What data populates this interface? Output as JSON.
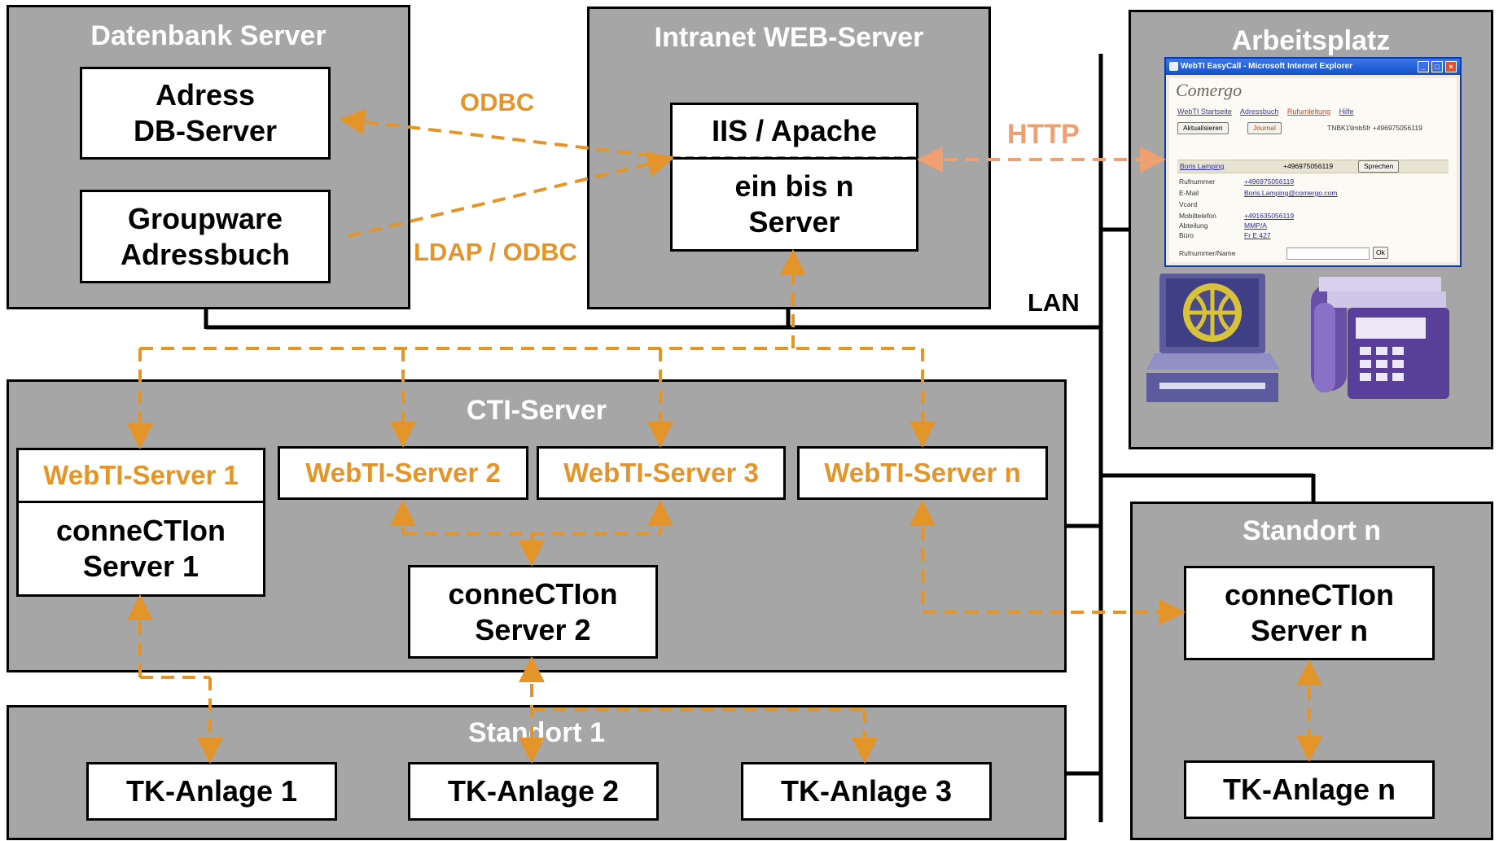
{
  "groups": {
    "datenbank": "Datenbank Server",
    "intranet": "Intranet WEB-Server",
    "arbeitsplatz": "Arbeitsplatz",
    "cti": "CTI-Server",
    "standort1": "Standort 1",
    "standort_n": "Standort n"
  },
  "boxes": {
    "adress_db": "Adress\nDB-Server",
    "groupware": "Groupware\nAdressbuch",
    "iis": "IIS / Apache",
    "ein_bis_n": "ein bis n\nServer",
    "webti1": "WebTI-Server 1",
    "webti2": "WebTI-Server 2",
    "webti3": "WebTI-Server 3",
    "webtin": "WebTI-Server n",
    "connection1": "conneCTIon\nServer 1",
    "connection2": "conneCTIon\nServer 2",
    "connection_n": "conneCTIon\nServer n",
    "tk1": "TK-Anlage 1",
    "tk2": "TK-Anlage 2",
    "tk3": "TK-Anlage 3",
    "tkn": "TK-Anlage n"
  },
  "labels": {
    "odbc": "ODBC",
    "ldap": "LDAP / ODBC",
    "http": "HTTP",
    "lan": "LAN"
  },
  "browser": {
    "title": "WebTI EasyCall - Microsoft Internet Explorer",
    "logo": "Comergo",
    "nav": [
      "WebTI Startseite",
      "Adressbuch",
      "Rufumleitung",
      "Hilfe"
    ],
    "btn_refresh": "Aktualisieren",
    "btn_journal": "Journal",
    "device_info": "TNBK1\\lmb5fr  +496975056119",
    "contact_name": "Boris Lamping",
    "contact_number": "+496975056119",
    "btn_speak": "Sprechen",
    "fields": [
      {
        "label": "Rufnummer",
        "value": "+496975056119"
      },
      {
        "label": "E-Mail",
        "value": "Boris.Lamping@comergo.com"
      },
      {
        "label": "Vcard",
        "value": ""
      },
      {
        "label": "Mobiltelefon",
        "value": "+491635056119"
      },
      {
        "label": "Abteilung",
        "value": "MMP/A"
      },
      {
        "label": "Büro",
        "value": "Fr E 427"
      }
    ],
    "input_label": "Rufnummer/Name",
    "btn_ok": "Ok"
  },
  "colors": {
    "group_fill": "#a6a6a6",
    "accent": "#e3952a",
    "http": "#f0a070",
    "line": "#000000"
  }
}
